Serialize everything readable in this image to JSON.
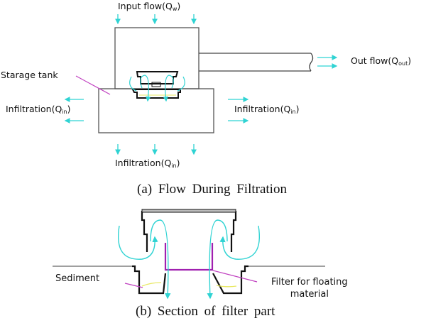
{
  "panel_a": {
    "caption": "(a)  Flow  During  Filtration",
    "labels": {
      "input_flow": "Input flow(Q",
      "input_flow_sub": "w",
      "out_flow": "Out flow(Q",
      "out_flow_sub": "out",
      "storage_tank": "Starage tank",
      "infiltration_left": "Infiltration(Q",
      "infiltration_right": "Infiltration(Q",
      "infiltration_bottom": "Infiltration(Q",
      "infiltration_sub": "in",
      "close_paren": ")"
    }
  },
  "panel_b": {
    "caption": "(b)  Section  of  filter  part",
    "labels": {
      "sediment": "Sediment",
      "filter_line1": "Filter for floating",
      "filter_line2": "material"
    }
  },
  "colors": {
    "flow_arrow": "#2fd3d3",
    "leader_line": "#c040c0",
    "filter": "#a020b0",
    "sediment": "#e8e860",
    "outline": "#333333"
  }
}
